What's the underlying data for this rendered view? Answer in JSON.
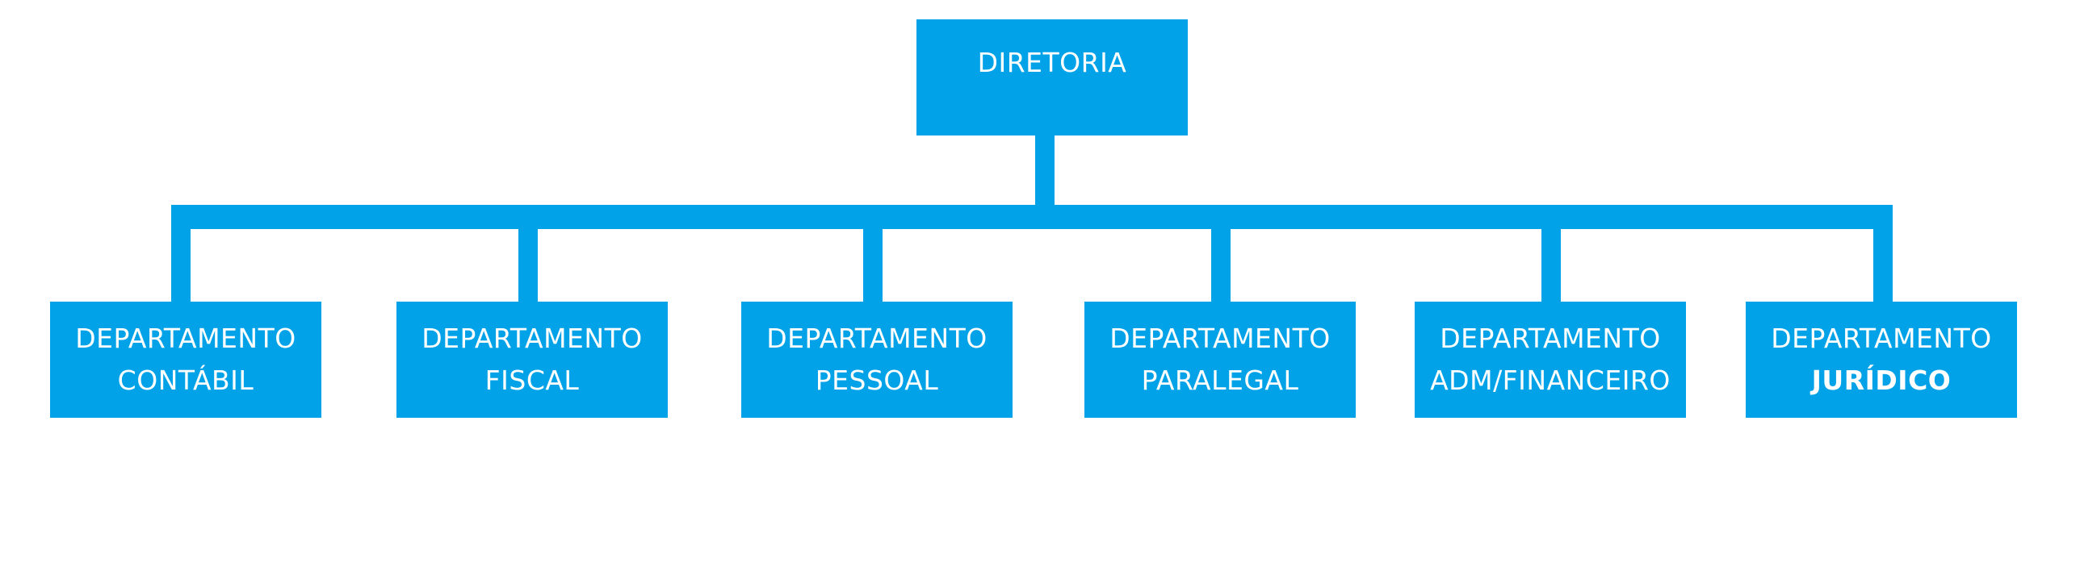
{
  "colors": {
    "box_fill": "#01a2e8",
    "text": "#ffffff",
    "background": "#ffffff"
  },
  "root": {
    "label": "DIRETORIA"
  },
  "departments": [
    {
      "line1": "DEPARTAMENTO",
      "line2": "CONTÁBIL"
    },
    {
      "line1": "DEPARTAMENTO",
      "line2": "FISCAL"
    },
    {
      "line1": "DEPARTAMENTO",
      "line2": "PESSOAL"
    },
    {
      "line1": "DEPARTAMENTO",
      "line2": "PARALEGAL"
    },
    {
      "line1": "DEPARTAMENTO",
      "line2": "ADM/FINANCEIRO"
    },
    {
      "line1": "DEPARTAMENTO",
      "line2": "JURÍDICO"
    }
  ]
}
